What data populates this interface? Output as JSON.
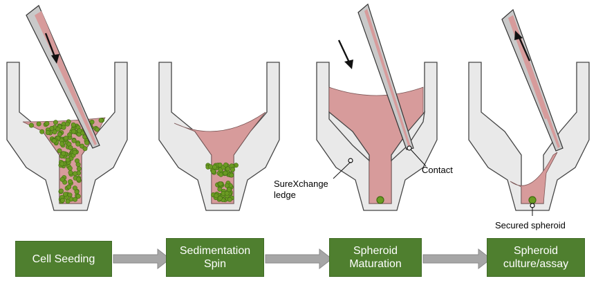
{
  "colors": {
    "well_fill": "#e9e9e9",
    "well_stroke": "#444444",
    "medium": "#d79b9b",
    "cells": "#6b9a23",
    "cells_edge": "#3f6b12",
    "tip_fill": "#c9c9c9",
    "step_box": "#4f7f2f",
    "step_arrow": "#a6a6a6"
  },
  "icons": [
    "pipette-tip-icon",
    "direction-arrow-icon",
    "cell-cluster-icon",
    "spheroid-icon"
  ],
  "annotations": {
    "ledge_label": "SureXchange\nledge",
    "contact_label": "Contact",
    "spheroid_label": "Secured spheroid"
  },
  "steps": [
    {
      "label": "Cell Seeding"
    },
    {
      "label": "Sedimentation\nSpin"
    },
    {
      "label": "Spheroid\nMaturation"
    },
    {
      "label": "Spheroid\nculture/assay"
    }
  ]
}
